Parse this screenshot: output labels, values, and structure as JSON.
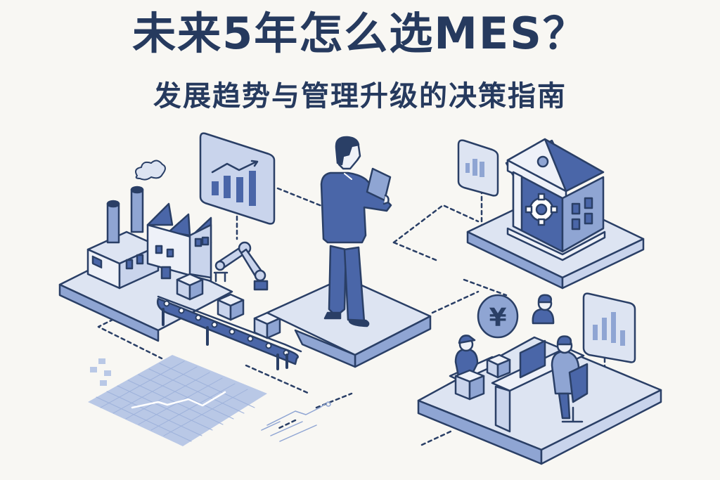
{
  "header": {
    "title": "未来5年怎么选MES？",
    "subtitle": "发展趋势与管理升级的决策指南"
  },
  "colors": {
    "background": "#f8f7f3",
    "title": "#263a5e",
    "outline": "#2a3f66",
    "primary_blue": "#4a66a8",
    "mid_blue": "#8fa5d3",
    "light_blue": "#c9d4ec",
    "platform": "#dde4f2"
  },
  "scenes": [
    {
      "name": "factory-production",
      "elements": [
        "factory-building",
        "smokestacks",
        "smoke-cloud",
        "conveyor-belt",
        "boxes",
        "robot-arm"
      ]
    },
    {
      "name": "manager-decision",
      "elements": [
        "businessman",
        "tablet"
      ]
    },
    {
      "name": "mes-system-hub",
      "elements": [
        "building-with-gear",
        "analytics-card"
      ]
    },
    {
      "name": "team-office",
      "elements": [
        "yen-coin",
        "workers",
        "computer-desk",
        "analytics-card"
      ]
    },
    {
      "name": "data-analysis",
      "elements": [
        "grid-chart",
        "trend-lines"
      ]
    }
  ],
  "icons": [
    "bar-chart-icon",
    "trend-arrow-icon",
    "gear-icon",
    "yen-icon",
    "smoke-icon"
  ]
}
